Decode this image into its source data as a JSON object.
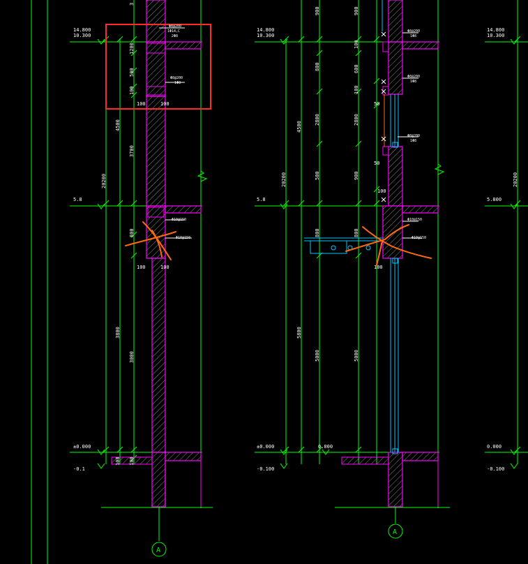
{
  "colors": {
    "background": "#000000",
    "dimension": "#00ff00",
    "wall_outline": "#ff00ff",
    "hatch": "#9a9a9a",
    "text": "#ffffff",
    "glass": "#00c8ff",
    "highlight_box": "#ff2a2a",
    "cross_mark": "#ff6a10",
    "axis_bubble": "#00ff00"
  },
  "left_section": {
    "elev_labels": [
      "14.800",
      "10.300",
      "5.8",
      "±0.000",
      "-0.1"
    ],
    "dims_col1": [
      "20200"
    ],
    "dims_col2": [
      "4500",
      "3800"
    ],
    "dims_col3": [
      "3",
      "1200",
      "3700",
      "500",
      "100",
      "800",
      "3000",
      "100",
      "100"
    ],
    "horizontal_dims": [
      "100",
      "100",
      "100",
      "100"
    ],
    "rebar_notes": [
      "Φ8@200",
      "1Φ14,C",
      "2Φ8",
      "Φ8@200",
      "1Φ8",
      "Φ10@150",
      "Φ10@150"
    ]
  },
  "middle_section": {
    "elev_labels": [
      "14.800",
      "10.300",
      "5.8",
      "±0.000",
      "-0.100",
      "0.000"
    ],
    "dims_col1": [
      "4500",
      "20200",
      "5800"
    ],
    "dims_col2": [
      "900",
      "800",
      "2800",
      "500",
      "800",
      "5000"
    ],
    "dims_col3": [
      "900",
      "100",
      "600",
      "100",
      "2800",
      "900",
      "800",
      "5000"
    ],
    "dims_col4": [
      "50",
      "50",
      "100",
      "100"
    ],
    "rebar_notes": [
      "Φ8@200",
      "1Φ8",
      "Φ8@200",
      "1Φ8",
      "Φ8@200",
      "1Φ8",
      "Φ10@150",
      "Φ10@150"
    ]
  },
  "right_section": {
    "elev_labels": [
      "14.800",
      "10.300",
      "5.800",
      "0.000",
      "-0.100"
    ],
    "dims": [
      "20200"
    ]
  },
  "axis_labels": [
    "A",
    "A"
  ]
}
